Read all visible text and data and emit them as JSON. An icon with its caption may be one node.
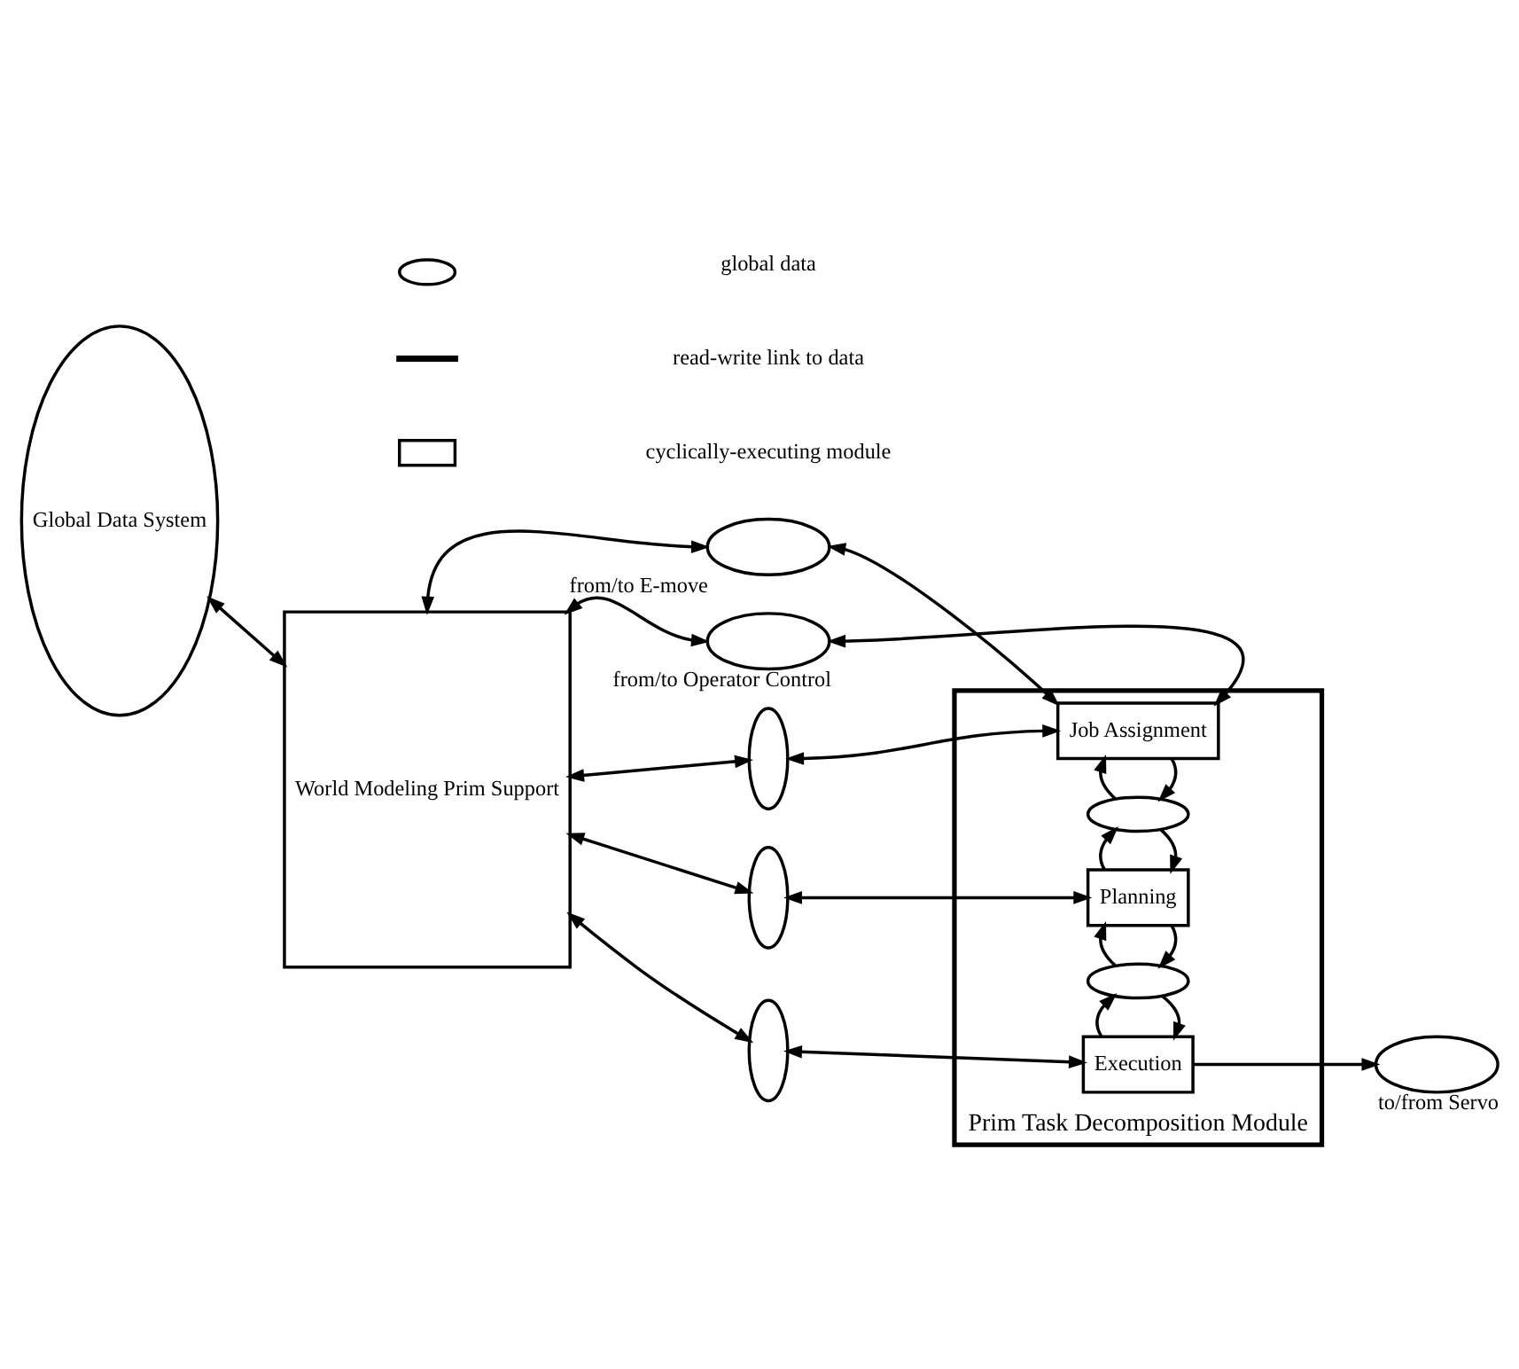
{
  "diagram": {
    "nodes": [
      {
        "text": [
          "Global Data System"
        ]
      },
      {
        "text": [
          "World Modeling Prim Support"
        ]
      },
      {
        "text": [
          "from/to E-move"
        ]
      },
      {
        "text": [
          "from/to Operator Control"
        ]
      },
      {
        "text": [
          "Prim Task Decomposition Module"
        ]
      },
      {
        "text": [],
        "shape": "ellipse"
      },
      {
        "text": [],
        "shape": "ellipse"
      },
      {
        "text": [],
        "shape": "ellipse"
      },
      {
        "text": [
          "Job Assignment"
        ],
        "in": 4
      },
      {
        "text": [],
        "shape": "ellipse",
        "in": 4
      },
      {
        "text": [
          "Planning"
        ],
        "in": 4
      },
      {
        "text": [],
        "shape": "ellipse",
        "in": 4
      },
      {
        "text": [
          "Execution"
        ],
        "in": 4
      },
      {
        "text": [
          "to/from Servo"
        ]
      }
    ],
    "edges": [
      {
        "from": 0,
        "to": 1,
        "arrow": "both"
      },
      {
        "from": 1,
        "to": 2,
        "arrow": "both"
      },
      {
        "from": 1,
        "to": 3,
        "arrow": "both"
      },
      {
        "from": 2,
        "to": 8,
        "arrow": "both"
      },
      {
        "from": 3,
        "to": 8,
        "arrow": "both"
      },
      {
        "from": 1,
        "to": 5,
        "arrow": "both"
      },
      {
        "from": 5,
        "to": 8,
        "arrow": "both"
      },
      {
        "from": 1,
        "to": 6,
        "arrow": "both"
      },
      {
        "from": 6,
        "to": 10,
        "arrow": "both"
      },
      {
        "from": 1,
        "to": 7,
        "arrow": "both"
      },
      {
        "from": 7,
        "to": 12,
        "arrow": "both"
      },
      {
        "from": 8,
        "to": 9,
        "arrow": "to"
      },
      {
        "from": 9,
        "to": 8,
        "arrow": "to"
      },
      {
        "from": 9,
        "to": 10,
        "arrow": "to"
      },
      {
        "from": 10,
        "to": 9,
        "arrow": "to"
      },
      {
        "from": 10,
        "to": 11,
        "arrow": "to"
      },
      {
        "from": 11,
        "to": 10,
        "arrow": "to"
      },
      {
        "from": 11,
        "to": 12,
        "arrow": "to"
      },
      {
        "from": 12,
        "to": 11,
        "arrow": "to"
      },
      {
        "from": 12,
        "to": 13,
        "arrow": "to"
      }
    ],
    "legend": [
      {
        "text": "global data"
      },
      {
        "text": "read-write link to data"
      },
      {
        "text": "cyclically-executing module"
      }
    ]
  }
}
